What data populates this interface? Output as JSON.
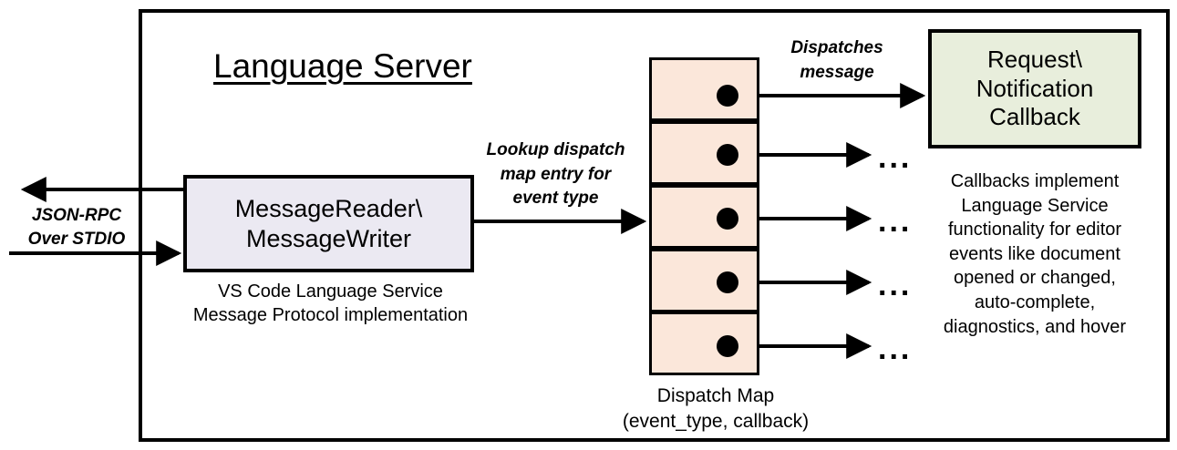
{
  "diagram": {
    "title": "Language Server",
    "frame_label": "language-server-boundary"
  },
  "io": {
    "protocol_label_line1": "JSON-RPC",
    "protocol_label_line2": "Over STDIO"
  },
  "reader": {
    "line1": "MessageReader\\",
    "line2": "MessageWriter",
    "caption_line1": "VS Code Language Service",
    "caption_line2": "Message Protocol implementation"
  },
  "lookup": {
    "line1": "Lookup dispatch",
    "line2": "map entry for",
    "line3": "event type"
  },
  "dispatch_map": {
    "caption_line1": "Dispatch Map",
    "caption_line2": "(event_type, callback)",
    "rows": [
      {
        "id": "row-1",
        "dot": "callback-dot"
      },
      {
        "id": "row-2",
        "dot": "callback-dot"
      },
      {
        "id": "row-3",
        "dot": "callback-dot"
      },
      {
        "id": "row-4",
        "dot": "callback-dot"
      },
      {
        "id": "row-5",
        "dot": "callback-dot"
      }
    ],
    "more_marker": "..."
  },
  "dispatches": {
    "line1": "Dispatches",
    "line2": "message"
  },
  "callback": {
    "line1": "Request\\",
    "line2": "Notification",
    "line3": "Callback",
    "caption_line1": "Callbacks implement",
    "caption_line2": "Language Service",
    "caption_line3": "functionality for editor",
    "caption_line4": "events like document",
    "caption_line5": "opened or changed,",
    "caption_line6": "auto-complete,",
    "caption_line7": "diagnostics, and hover"
  },
  "colors": {
    "reader_fill": "#ebe9f2",
    "dispatch_fill": "#fbe7da",
    "callback_fill": "#e8eedc",
    "stroke": "#000000",
    "background": "#ffffff"
  }
}
